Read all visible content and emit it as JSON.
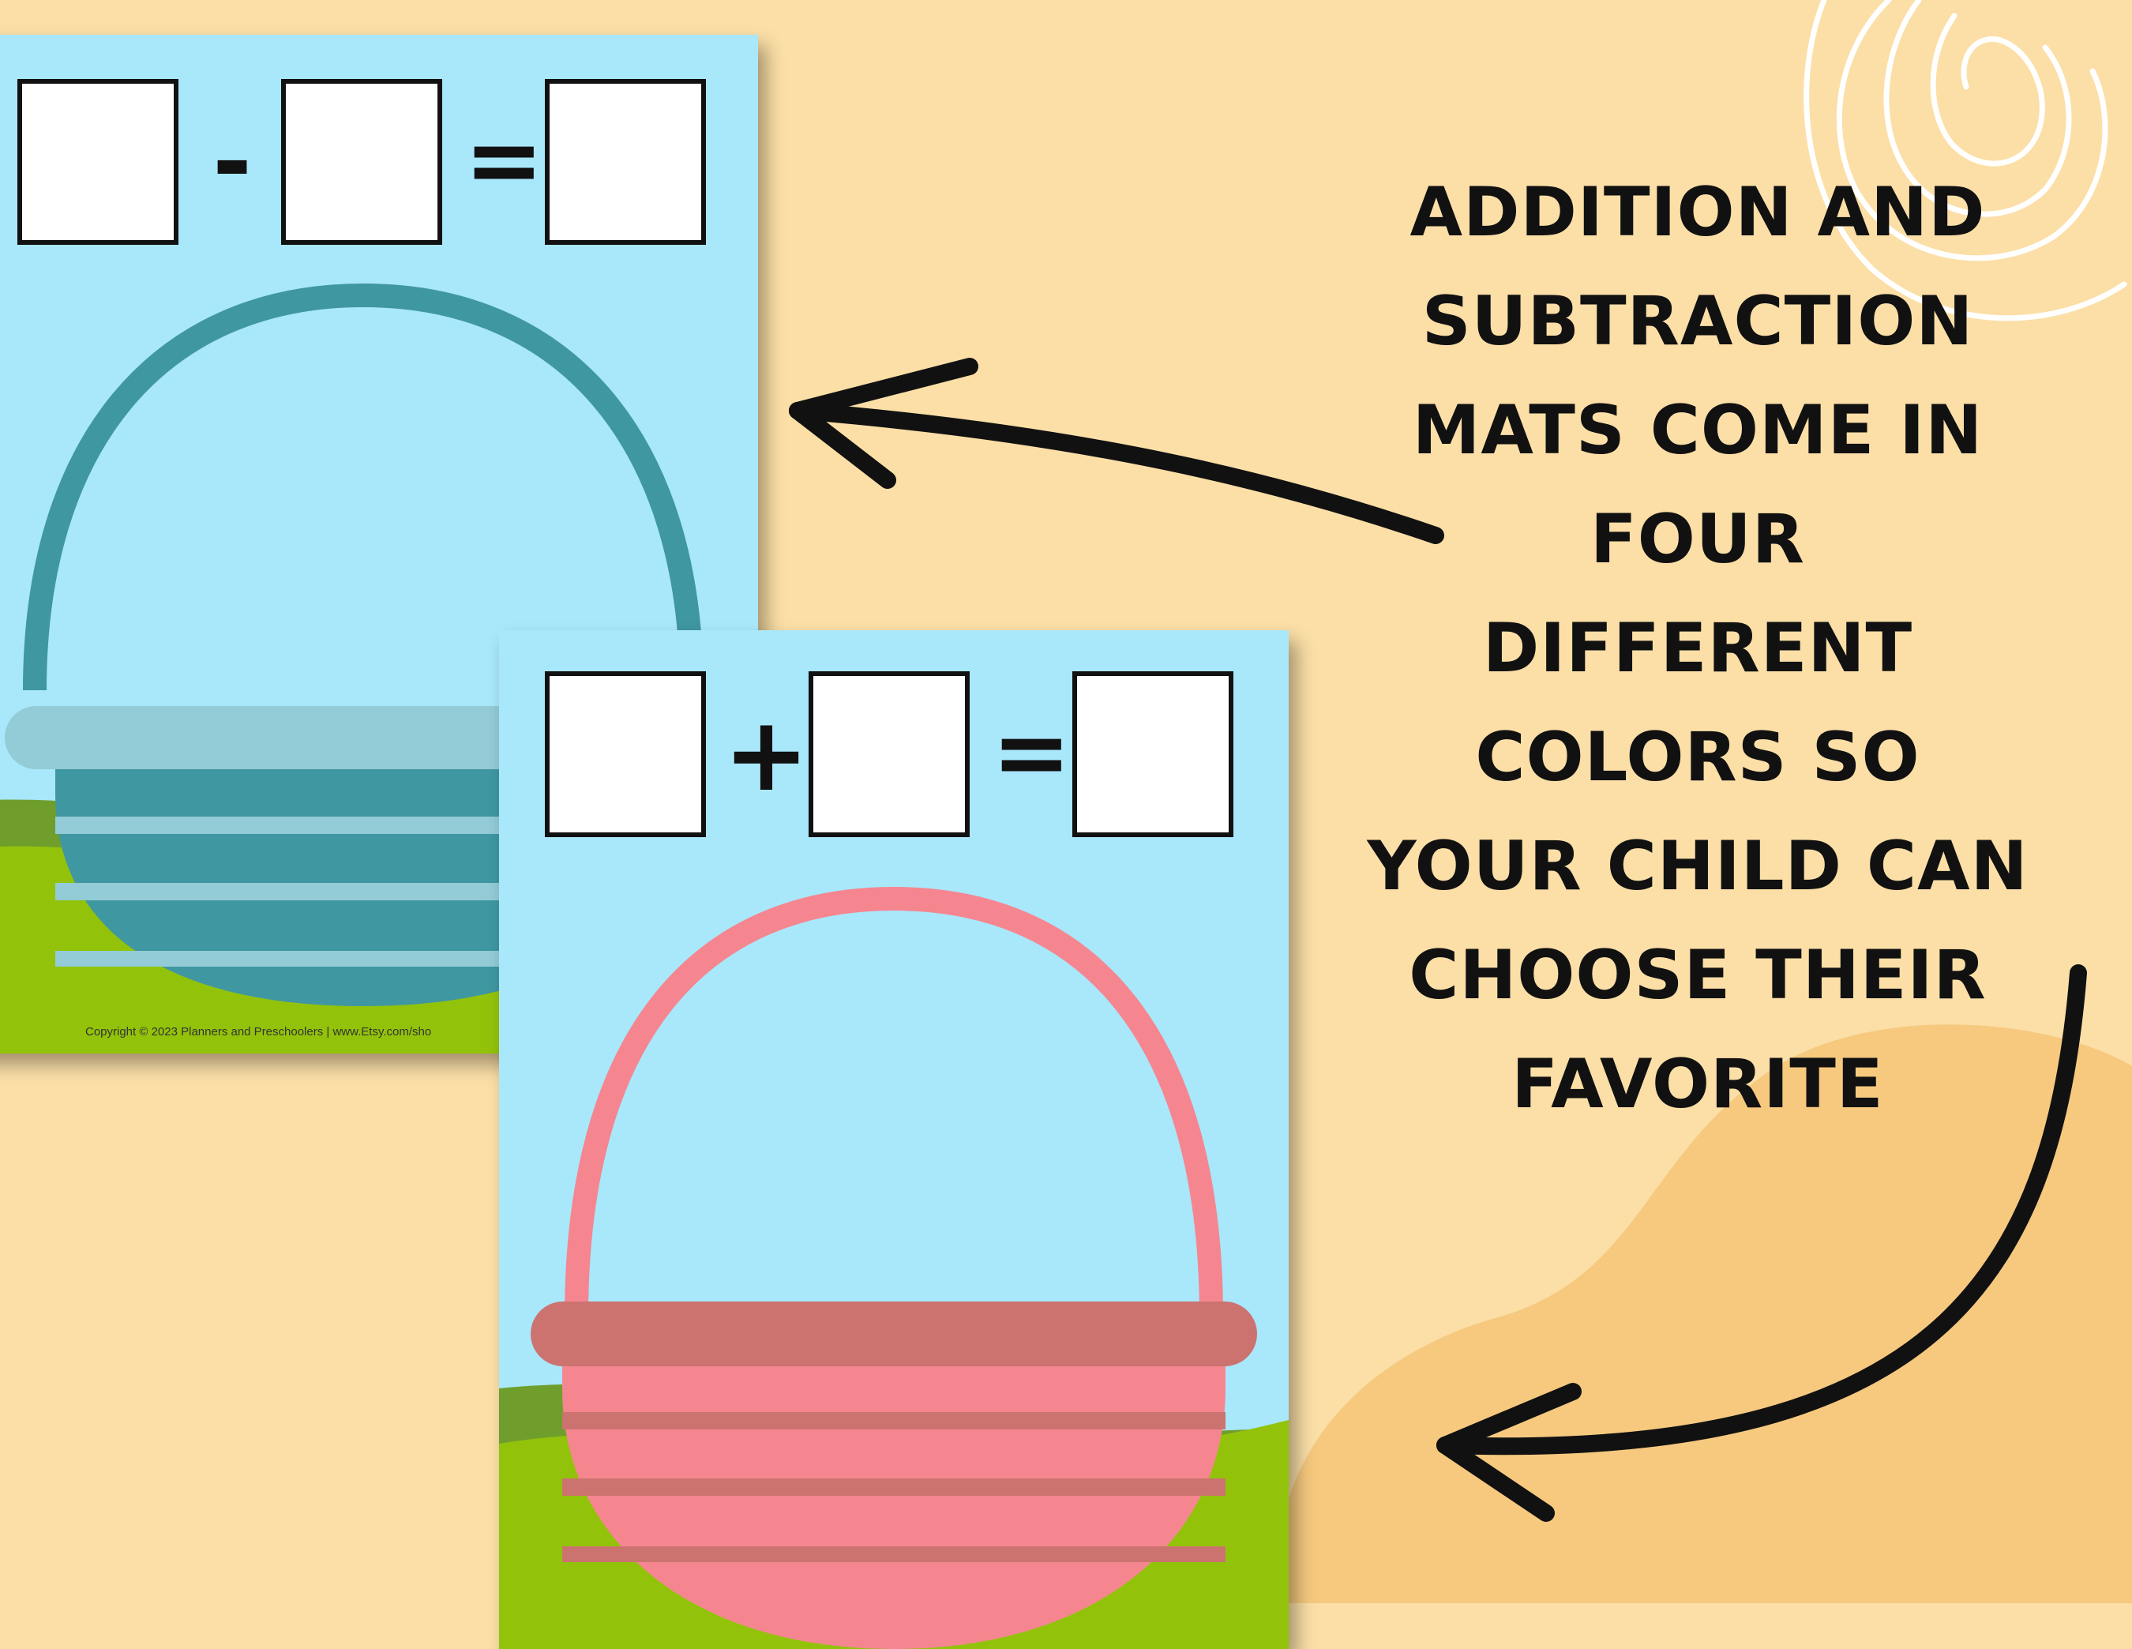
{
  "background_color": "#fbdfa7",
  "headline_lines": [
    "ADDITION AND",
    "SUBTRACTION",
    "MATS COME IN",
    "FOUR",
    "DIFFERENT",
    "COLORS SO",
    "YOUR CHILD CAN",
    "CHOOSE THEIR",
    "FAVORITE"
  ],
  "mat_back": {
    "operator": "-",
    "equals": "=",
    "basket_color": "#3f97a1",
    "copyright": "Copyright © 2023 Planners and Preschoolers  |  www.Etsy.com/sho"
  },
  "mat_front": {
    "operator": "+",
    "equals": "=",
    "basket_color": "#f58690"
  },
  "icons": [
    "arrow-icon",
    "swirl-icon"
  ]
}
